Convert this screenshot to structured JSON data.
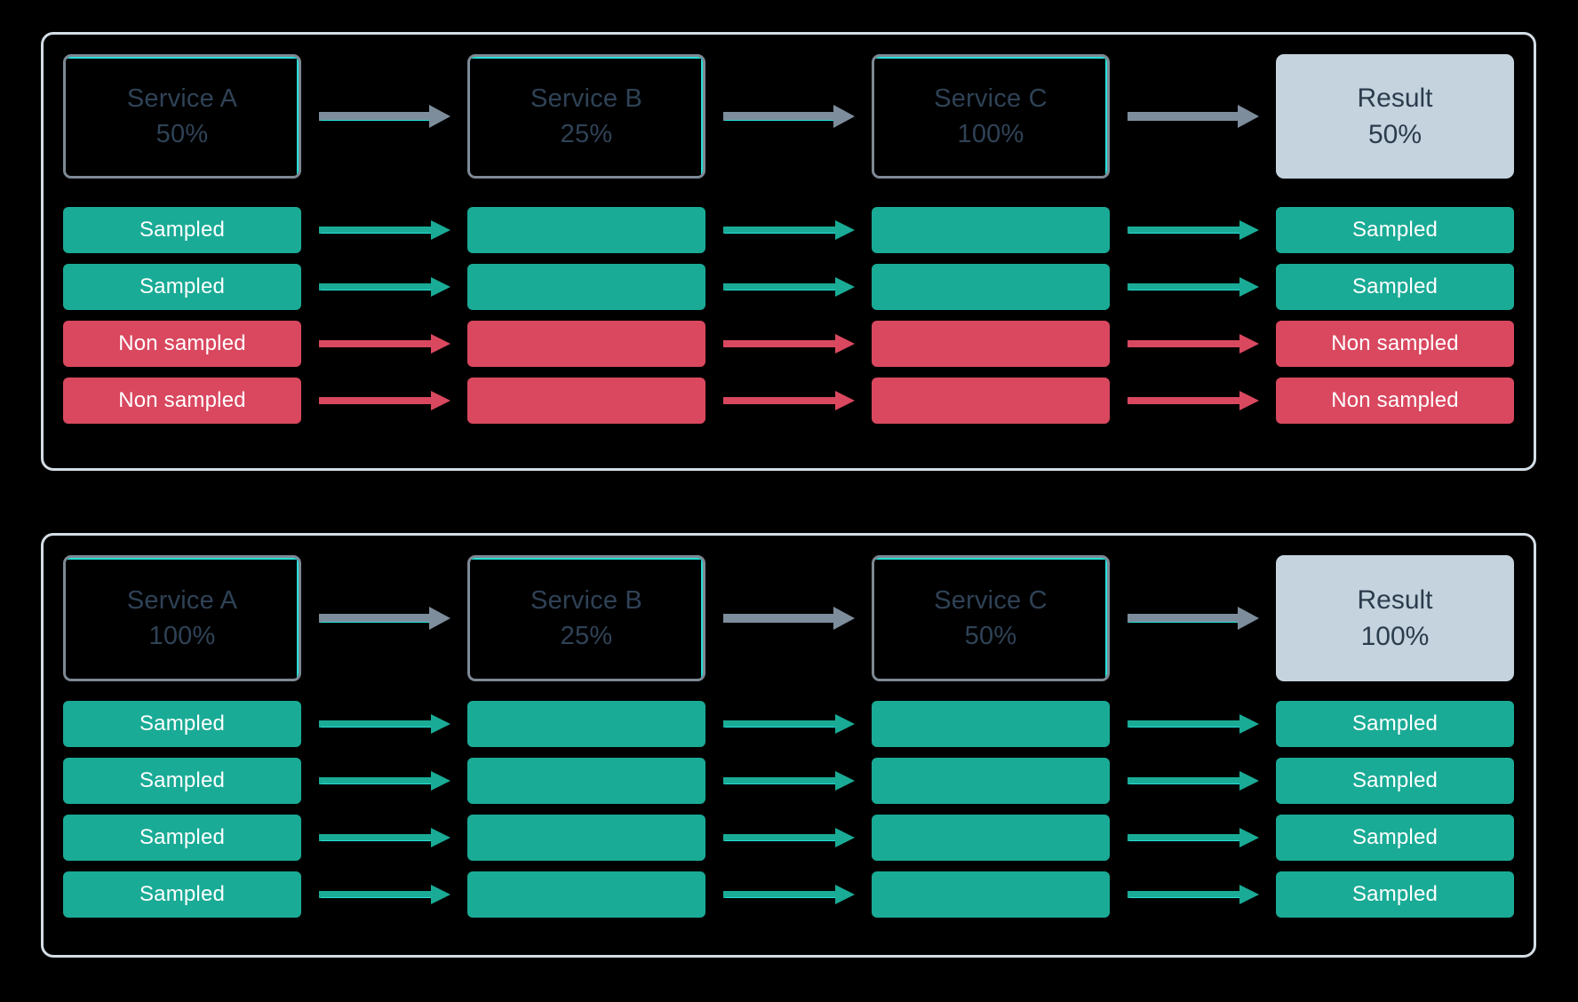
{
  "colors": {
    "background": "#000000",
    "panel_border": "#d4dde5",
    "service_border": "#7d8994",
    "accent_cyan": "#25e0d8",
    "service_text": "#2f4256",
    "result_fill": "#c5d3de",
    "result_text": "#2b3c4d",
    "sampled": "#1aab96",
    "non_sampled": "#d9485f",
    "arrow_gray": "#7d8d9c",
    "bar_text": "#ffffff"
  },
  "panels": [
    {
      "id": "panel-top",
      "services": [
        {
          "name": "Service A",
          "percent": "50%"
        },
        {
          "name": "Service B",
          "percent": "25%"
        },
        {
          "name": "Service C",
          "percent": "100%"
        }
      ],
      "result": {
        "name": "Result",
        "percent": "50%"
      },
      "rows": [
        {
          "state": "sampled",
          "label": "Sampled",
          "columns": [
            "Sampled",
            "",
            "",
            "Sampled"
          ]
        },
        {
          "state": "sampled",
          "label": "Sampled",
          "columns": [
            "Sampled",
            "",
            "",
            "Sampled"
          ]
        },
        {
          "state": "non-sampled",
          "label": "Non sampled",
          "columns": [
            "Non sampled",
            "",
            "",
            "Non sampled"
          ]
        },
        {
          "state": "non-sampled",
          "label": "Non sampled",
          "columns": [
            "Non sampled",
            "",
            "",
            "Non sampled"
          ]
        }
      ]
    },
    {
      "id": "panel-bottom",
      "services": [
        {
          "name": "Service A",
          "percent": "100%"
        },
        {
          "name": "Service B",
          "percent": "25%"
        },
        {
          "name": "Service C",
          "percent": "50%"
        }
      ],
      "result": {
        "name": "Result",
        "percent": "100%"
      },
      "rows": [
        {
          "state": "sampled",
          "label": "Sampled",
          "columns": [
            "Sampled",
            "",
            "",
            "Sampled"
          ]
        },
        {
          "state": "sampled",
          "label": "Sampled",
          "columns": [
            "Sampled",
            "",
            "",
            "Sampled"
          ]
        },
        {
          "state": "sampled",
          "label": "Sampled",
          "columns": [
            "Sampled",
            "",
            "",
            "Sampled"
          ]
        },
        {
          "state": "sampled",
          "label": "Sampled",
          "columns": [
            "Sampled",
            "",
            "",
            "Sampled"
          ]
        }
      ]
    }
  ]
}
